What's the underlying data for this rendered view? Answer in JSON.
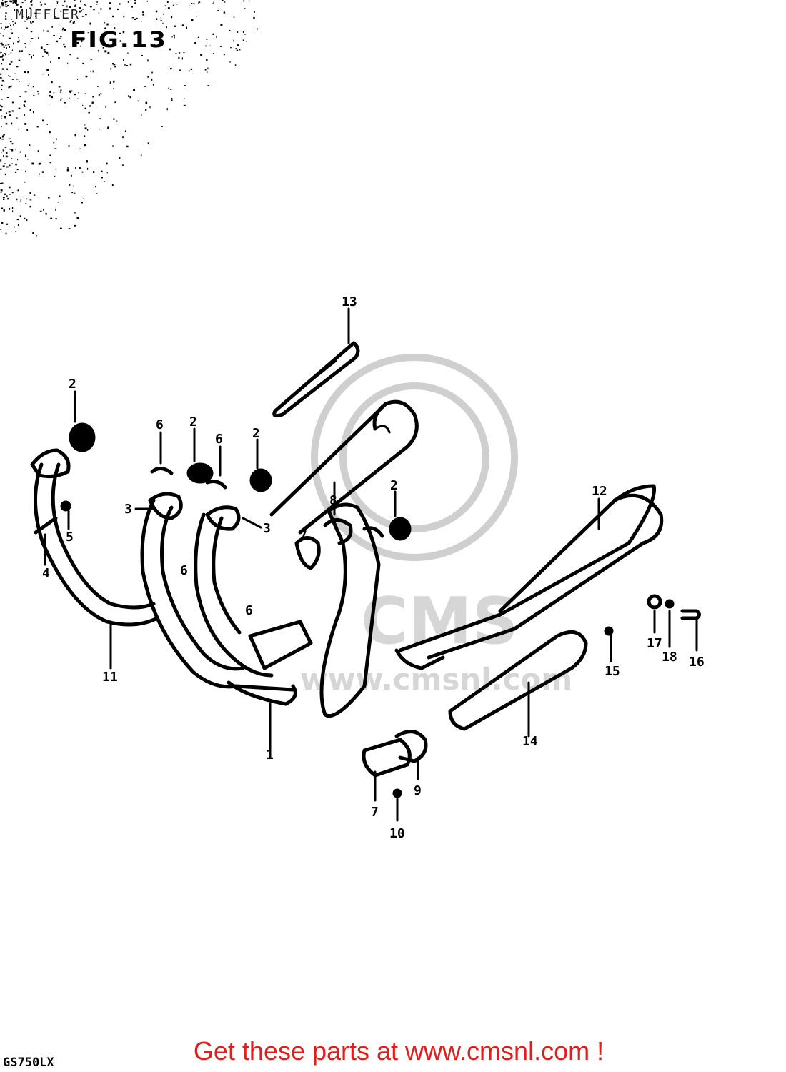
{
  "page": {
    "title": "MUFFLER",
    "figure_number": "FIG.13",
    "model_code": "GS750LX",
    "cta_text": "Get these parts at www.cmsnl.com !",
    "watermark_text": "CMS",
    "watermark_url": "www.cmsnl.com"
  },
  "callouts": {
    "c1": "1",
    "c2a": "2",
    "c2b": "2",
    "c2c": "2",
    "c2d": "2",
    "c3a": "3",
    "c3b": "3",
    "c4": "4",
    "c5": "5",
    "c6a": "6",
    "c6b": "6",
    "c6c": "6",
    "c6d": "6",
    "c7a": "7",
    "c7b": "7",
    "c8": "8",
    "c9": "9",
    "c10": "10",
    "c11": "11",
    "c12": "12",
    "c13": "13",
    "c14": "14",
    "c15": "15",
    "c16": "16",
    "c17": "17",
    "c18": "18"
  },
  "colors": {
    "cta": "#e31c1c",
    "line": "#000000",
    "watermark": "#cfcfcf"
  }
}
